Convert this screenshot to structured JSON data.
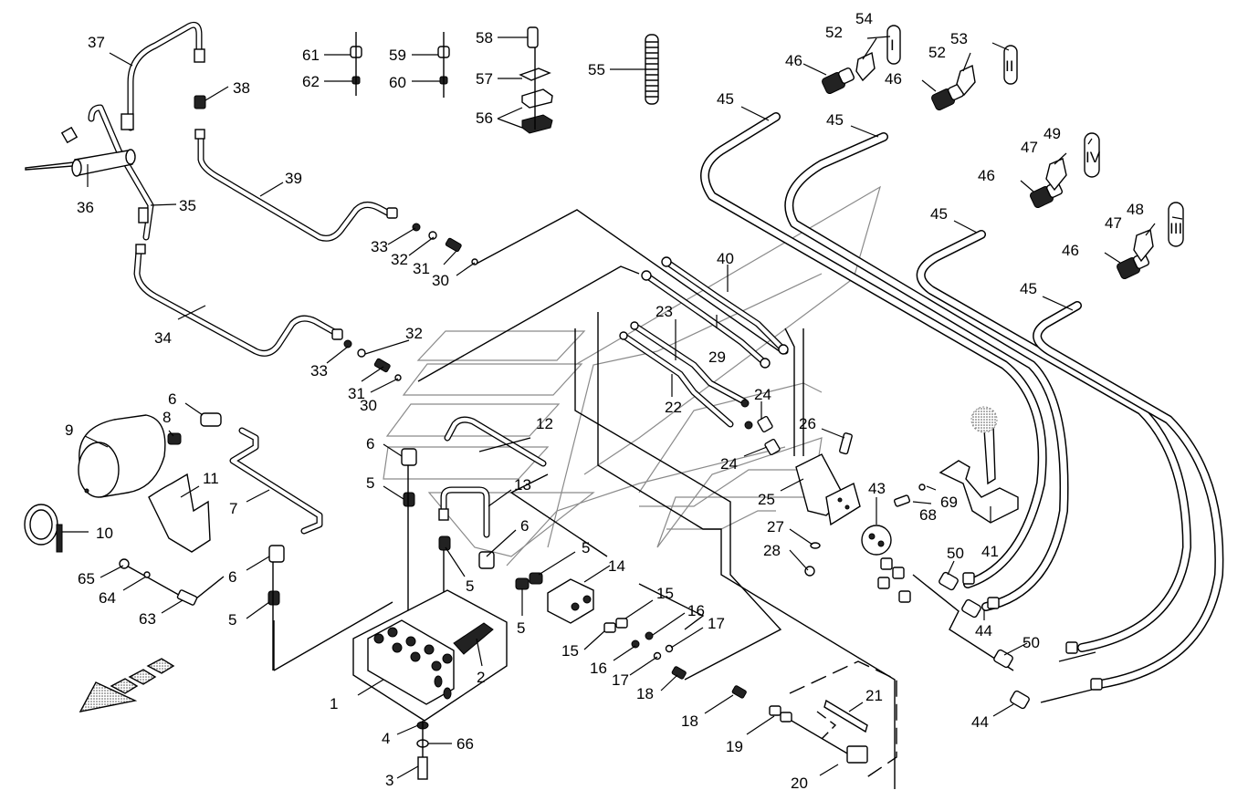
{
  "diagram": {
    "type": "exploded-parts-diagram",
    "subject": "hydraulic system lines, valve block and quick couplers",
    "callouts": [
      {
        "id": "c1",
        "label": "1"
      },
      {
        "id": "c2",
        "label": "2"
      },
      {
        "id": "c3",
        "label": "3"
      },
      {
        "id": "c4",
        "label": "4"
      },
      {
        "id": "c5a",
        "label": "5"
      },
      {
        "id": "c5b",
        "label": "5"
      },
      {
        "id": "c5c",
        "label": "5"
      },
      {
        "id": "c5d",
        "label": "5"
      },
      {
        "id": "c5e",
        "label": "5"
      },
      {
        "id": "c6a",
        "label": "6"
      },
      {
        "id": "c6b",
        "label": "6"
      },
      {
        "id": "c6c",
        "label": "6"
      },
      {
        "id": "c6d",
        "label": "6"
      },
      {
        "id": "c7",
        "label": "7"
      },
      {
        "id": "c8",
        "label": "8"
      },
      {
        "id": "c9",
        "label": "9"
      },
      {
        "id": "c10",
        "label": "10"
      },
      {
        "id": "c11",
        "label": "11"
      },
      {
        "id": "c12",
        "label": "12"
      },
      {
        "id": "c13",
        "label": "13"
      },
      {
        "id": "c14",
        "label": "14"
      },
      {
        "id": "c15a",
        "label": "15"
      },
      {
        "id": "c15b",
        "label": "15"
      },
      {
        "id": "c16a",
        "label": "16"
      },
      {
        "id": "c16b",
        "label": "16"
      },
      {
        "id": "c17a",
        "label": "17"
      },
      {
        "id": "c17b",
        "label": "17"
      },
      {
        "id": "c18a",
        "label": "18"
      },
      {
        "id": "c18b",
        "label": "18"
      },
      {
        "id": "c19",
        "label": "19"
      },
      {
        "id": "c20",
        "label": "20"
      },
      {
        "id": "c21",
        "label": "21"
      },
      {
        "id": "c22",
        "label": "22"
      },
      {
        "id": "c23",
        "label": "23"
      },
      {
        "id": "c24a",
        "label": "24"
      },
      {
        "id": "c24b",
        "label": "24"
      },
      {
        "id": "c25",
        "label": "25"
      },
      {
        "id": "c26",
        "label": "26"
      },
      {
        "id": "c27",
        "label": "27"
      },
      {
        "id": "c28",
        "label": "28"
      },
      {
        "id": "c29",
        "label": "29"
      },
      {
        "id": "c30a",
        "label": "30"
      },
      {
        "id": "c30b",
        "label": "30"
      },
      {
        "id": "c31a",
        "label": "31"
      },
      {
        "id": "c31b",
        "label": "31"
      },
      {
        "id": "c32a",
        "label": "32"
      },
      {
        "id": "c32b",
        "label": "32"
      },
      {
        "id": "c33a",
        "label": "33"
      },
      {
        "id": "c33b",
        "label": "33"
      },
      {
        "id": "c34",
        "label": "34"
      },
      {
        "id": "c35",
        "label": "35"
      },
      {
        "id": "c36",
        "label": "36"
      },
      {
        "id": "c37",
        "label": "37"
      },
      {
        "id": "c38",
        "label": "38"
      },
      {
        "id": "c39",
        "label": "39"
      },
      {
        "id": "c40",
        "label": "40"
      },
      {
        "id": "c41",
        "label": "41"
      },
      {
        "id": "c43",
        "label": "43"
      },
      {
        "id": "c44a",
        "label": "44"
      },
      {
        "id": "c44b",
        "label": "44"
      },
      {
        "id": "c45a",
        "label": "45"
      },
      {
        "id": "c45b",
        "label": "45"
      },
      {
        "id": "c45c",
        "label": "45"
      },
      {
        "id": "c45d",
        "label": "45"
      },
      {
        "id": "c46a",
        "label": "46"
      },
      {
        "id": "c46b",
        "label": "46"
      },
      {
        "id": "c46c",
        "label": "46"
      },
      {
        "id": "c46d",
        "label": "46"
      },
      {
        "id": "c47a",
        "label": "47"
      },
      {
        "id": "c47b",
        "label": "47"
      },
      {
        "id": "c48",
        "label": "48"
      },
      {
        "id": "c49",
        "label": "49"
      },
      {
        "id": "c50a",
        "label": "50"
      },
      {
        "id": "c50b",
        "label": "50"
      },
      {
        "id": "c52a",
        "label": "52"
      },
      {
        "id": "c52b",
        "label": "52"
      },
      {
        "id": "c53",
        "label": "53"
      },
      {
        "id": "c54",
        "label": "54"
      },
      {
        "id": "c55",
        "label": "55"
      },
      {
        "id": "c56",
        "label": "56"
      },
      {
        "id": "c57",
        "label": "57"
      },
      {
        "id": "c58",
        "label": "58"
      },
      {
        "id": "c59",
        "label": "59"
      },
      {
        "id": "c60",
        "label": "60"
      },
      {
        "id": "c61",
        "label": "61"
      },
      {
        "id": "c62",
        "label": "62"
      },
      {
        "id": "c63",
        "label": "63"
      },
      {
        "id": "c64",
        "label": "64"
      },
      {
        "id": "c65",
        "label": "65"
      },
      {
        "id": "c66",
        "label": "66"
      },
      {
        "id": "c68",
        "label": "68"
      },
      {
        "id": "c69",
        "label": "69"
      }
    ],
    "coupler_tags": [
      {
        "id": "tag54",
        "marking": "I"
      },
      {
        "id": "tag53",
        "marking": "II"
      },
      {
        "id": "tag49",
        "marking": "IV"
      },
      {
        "id": "tag48",
        "marking": "III"
      }
    ],
    "direction_arrow": "travel-direction-indicator"
  }
}
